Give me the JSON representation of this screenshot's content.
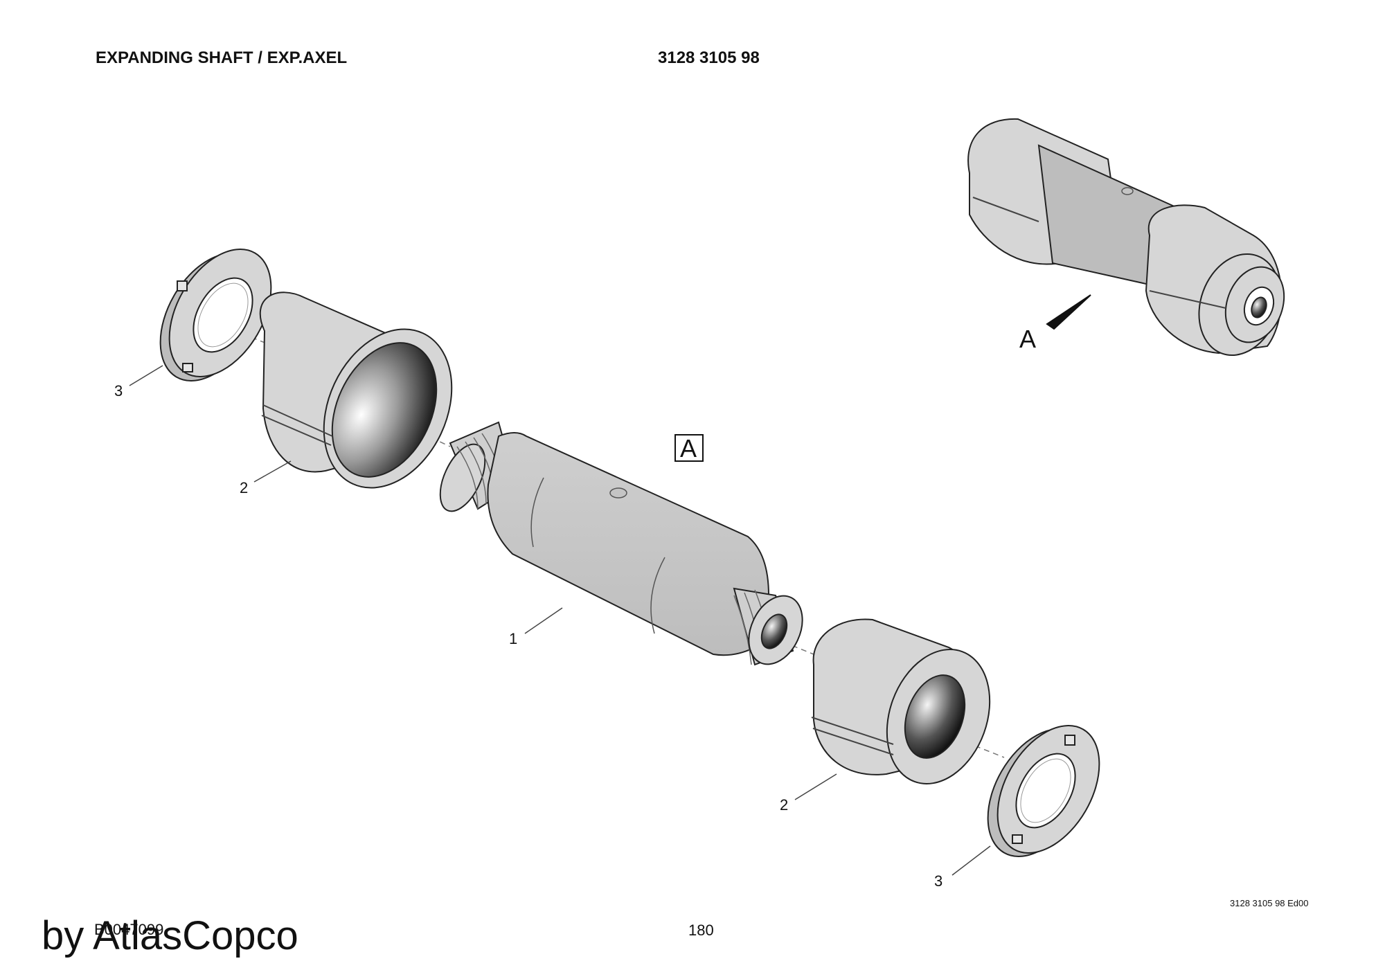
{
  "header": {
    "title": "EXPANDING SHAFT / EXP.AXEL",
    "part_number": "3128 3105 98"
  },
  "callouts": {
    "shaft": "1",
    "sleeve_left": "2",
    "sleeve_right": "2",
    "nut_left": "3",
    "nut_right": "3",
    "view_box_label": "A",
    "view_arrow_label": "A"
  },
  "footer": {
    "edition_code": "3128 3105 98 Ed00",
    "page_number": "180",
    "drawing_id": "B0047099",
    "watermark": "by AtlasCopco"
  },
  "colors": {
    "part_fill": "#d6d6d6",
    "part_shade": "#bdbdbd",
    "line": "#222222"
  }
}
